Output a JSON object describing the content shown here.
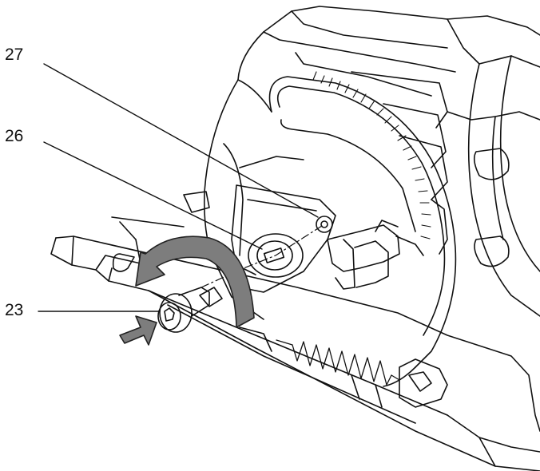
{
  "diagram": {
    "callouts": [
      {
        "id": "27",
        "label": "27"
      },
      {
        "id": "26",
        "label": "26"
      },
      {
        "id": "23",
        "label": "23"
      }
    ],
    "colors": {
      "line": "#111111",
      "arrow_fill": "#7d7d7d",
      "arrow_stroke": "#222222",
      "spring": "#222222"
    }
  }
}
